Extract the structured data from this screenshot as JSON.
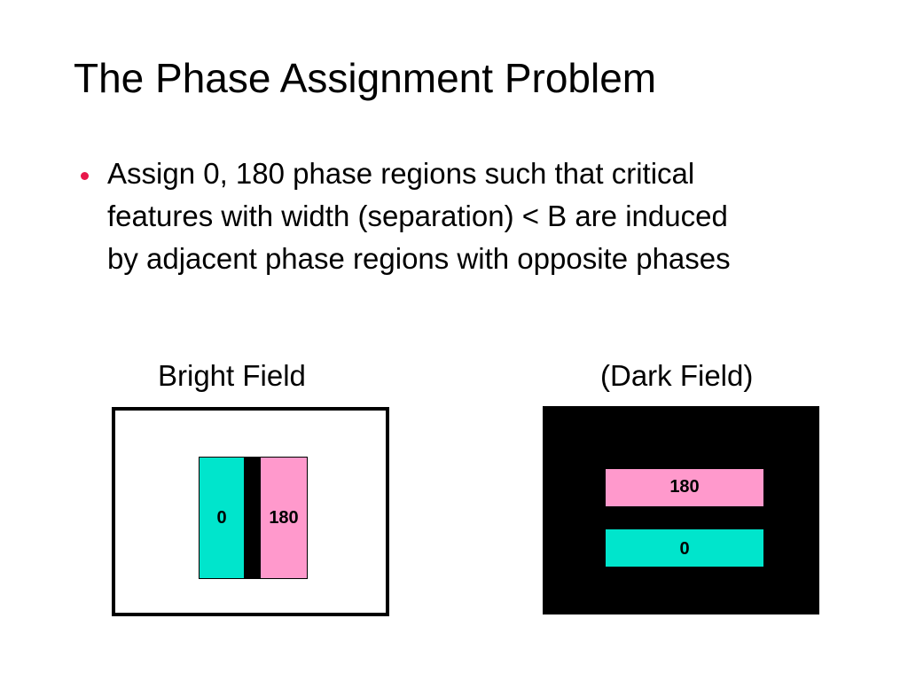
{
  "slide": {
    "title": "The Phase Assignment Problem",
    "bullet_lines": [
      "Assign 0, 180 phase regions such that critical",
      "features with width (separation) < B are induced",
      "by adjacent phase regions with opposite phases"
    ]
  },
  "bright_field": {
    "caption": "Bright Field",
    "left_region_label": "0",
    "right_region_label": "180"
  },
  "dark_field": {
    "caption": "(Dark Field)",
    "top_region_label": "180",
    "bottom_region_label": "0"
  },
  "colors": {
    "phase_0": "#00e5cc",
    "phase_180": "#ff99cc",
    "bullet": "#e8174a"
  }
}
